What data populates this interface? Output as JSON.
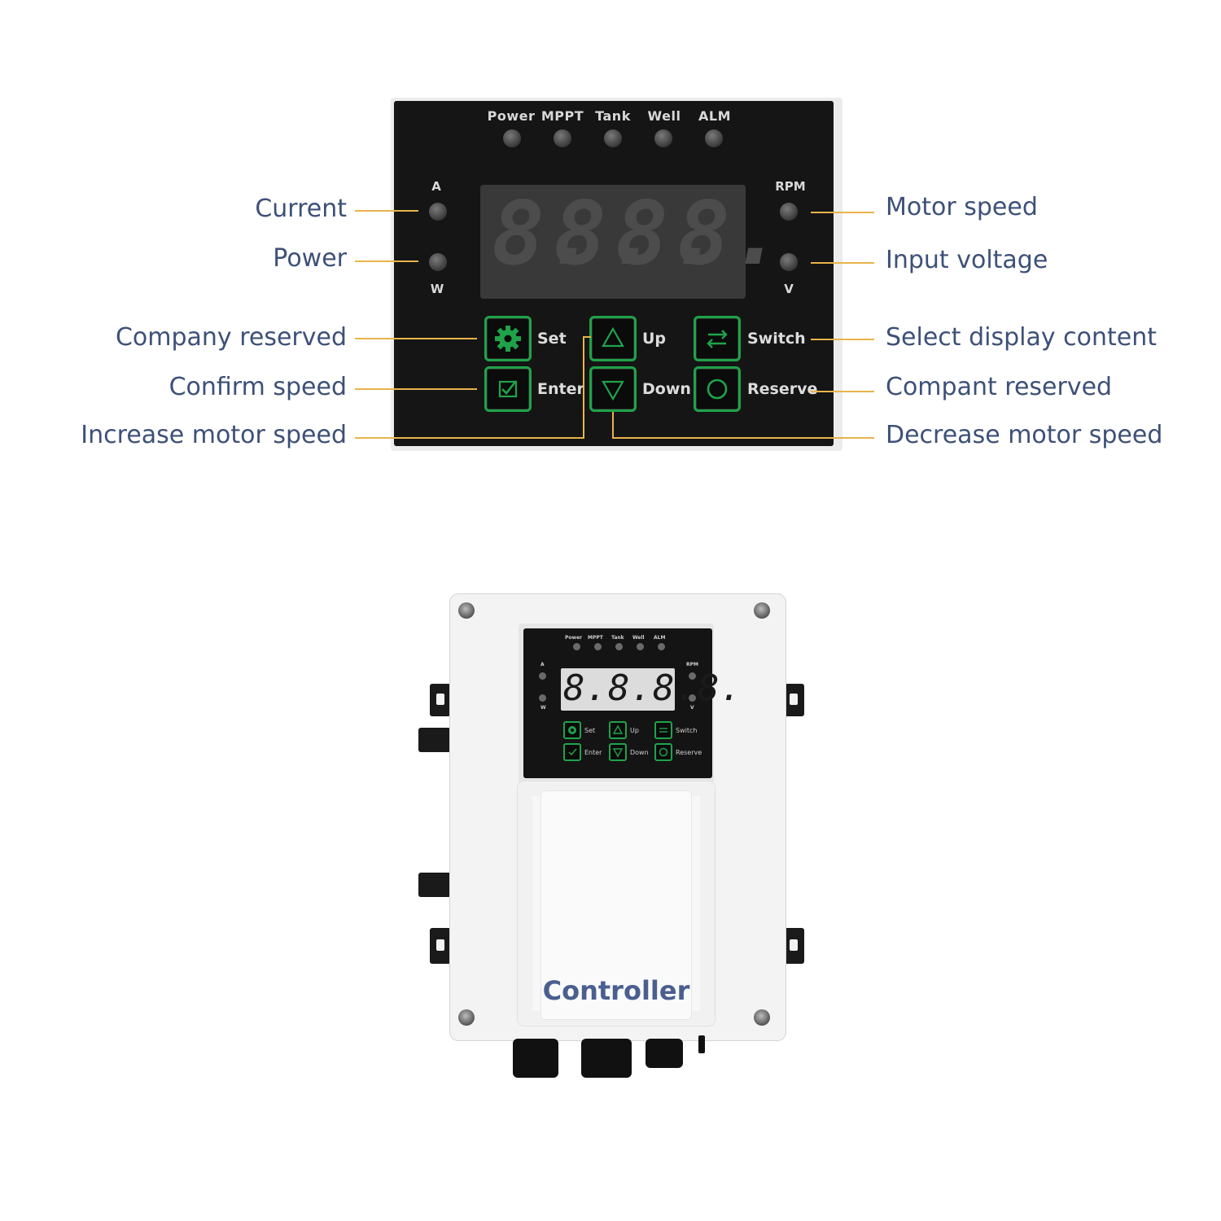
{
  "panel": {
    "indicators": [
      "Power",
      "MPPT",
      "Tank",
      "Well",
      "ALM"
    ],
    "unit_left_top": "A",
    "unit_left_bottom": "W",
    "unit_right_top": "RPM",
    "unit_right_bottom": "V",
    "display_digits": [
      "8.",
      "8.",
      "8.",
      "8."
    ],
    "keys": {
      "set": "Set",
      "up": "Up",
      "switch": "Switch",
      "enter": "Enter",
      "down": "Down",
      "reserve": "Reserve"
    }
  },
  "callouts": {
    "current": "Current",
    "power": "Power",
    "company_reserved": "Company reserved",
    "confirm_speed": "Confirm speed",
    "increase_speed": "Increase motor speed",
    "motor_speed": "Motor speed",
    "input_voltage": "Input voltage",
    "select_display": "Select display content",
    "compant_reserved": "Compant reserved",
    "decrease_speed": "Decrease motor speed"
  },
  "device": {
    "display": "8.8.8.8.",
    "brand": "Controller",
    "mini_keys": {
      "set": "Set",
      "up": "Up",
      "switch": "Switch",
      "enter": "Enter",
      "down": "Down",
      "reserve": "Reserve"
    }
  },
  "colors": {
    "callout_text": "#3d5078",
    "leader_line": "#e8b44a",
    "key_border": "#1fa34a",
    "brand_text": "#4a5f8f"
  }
}
